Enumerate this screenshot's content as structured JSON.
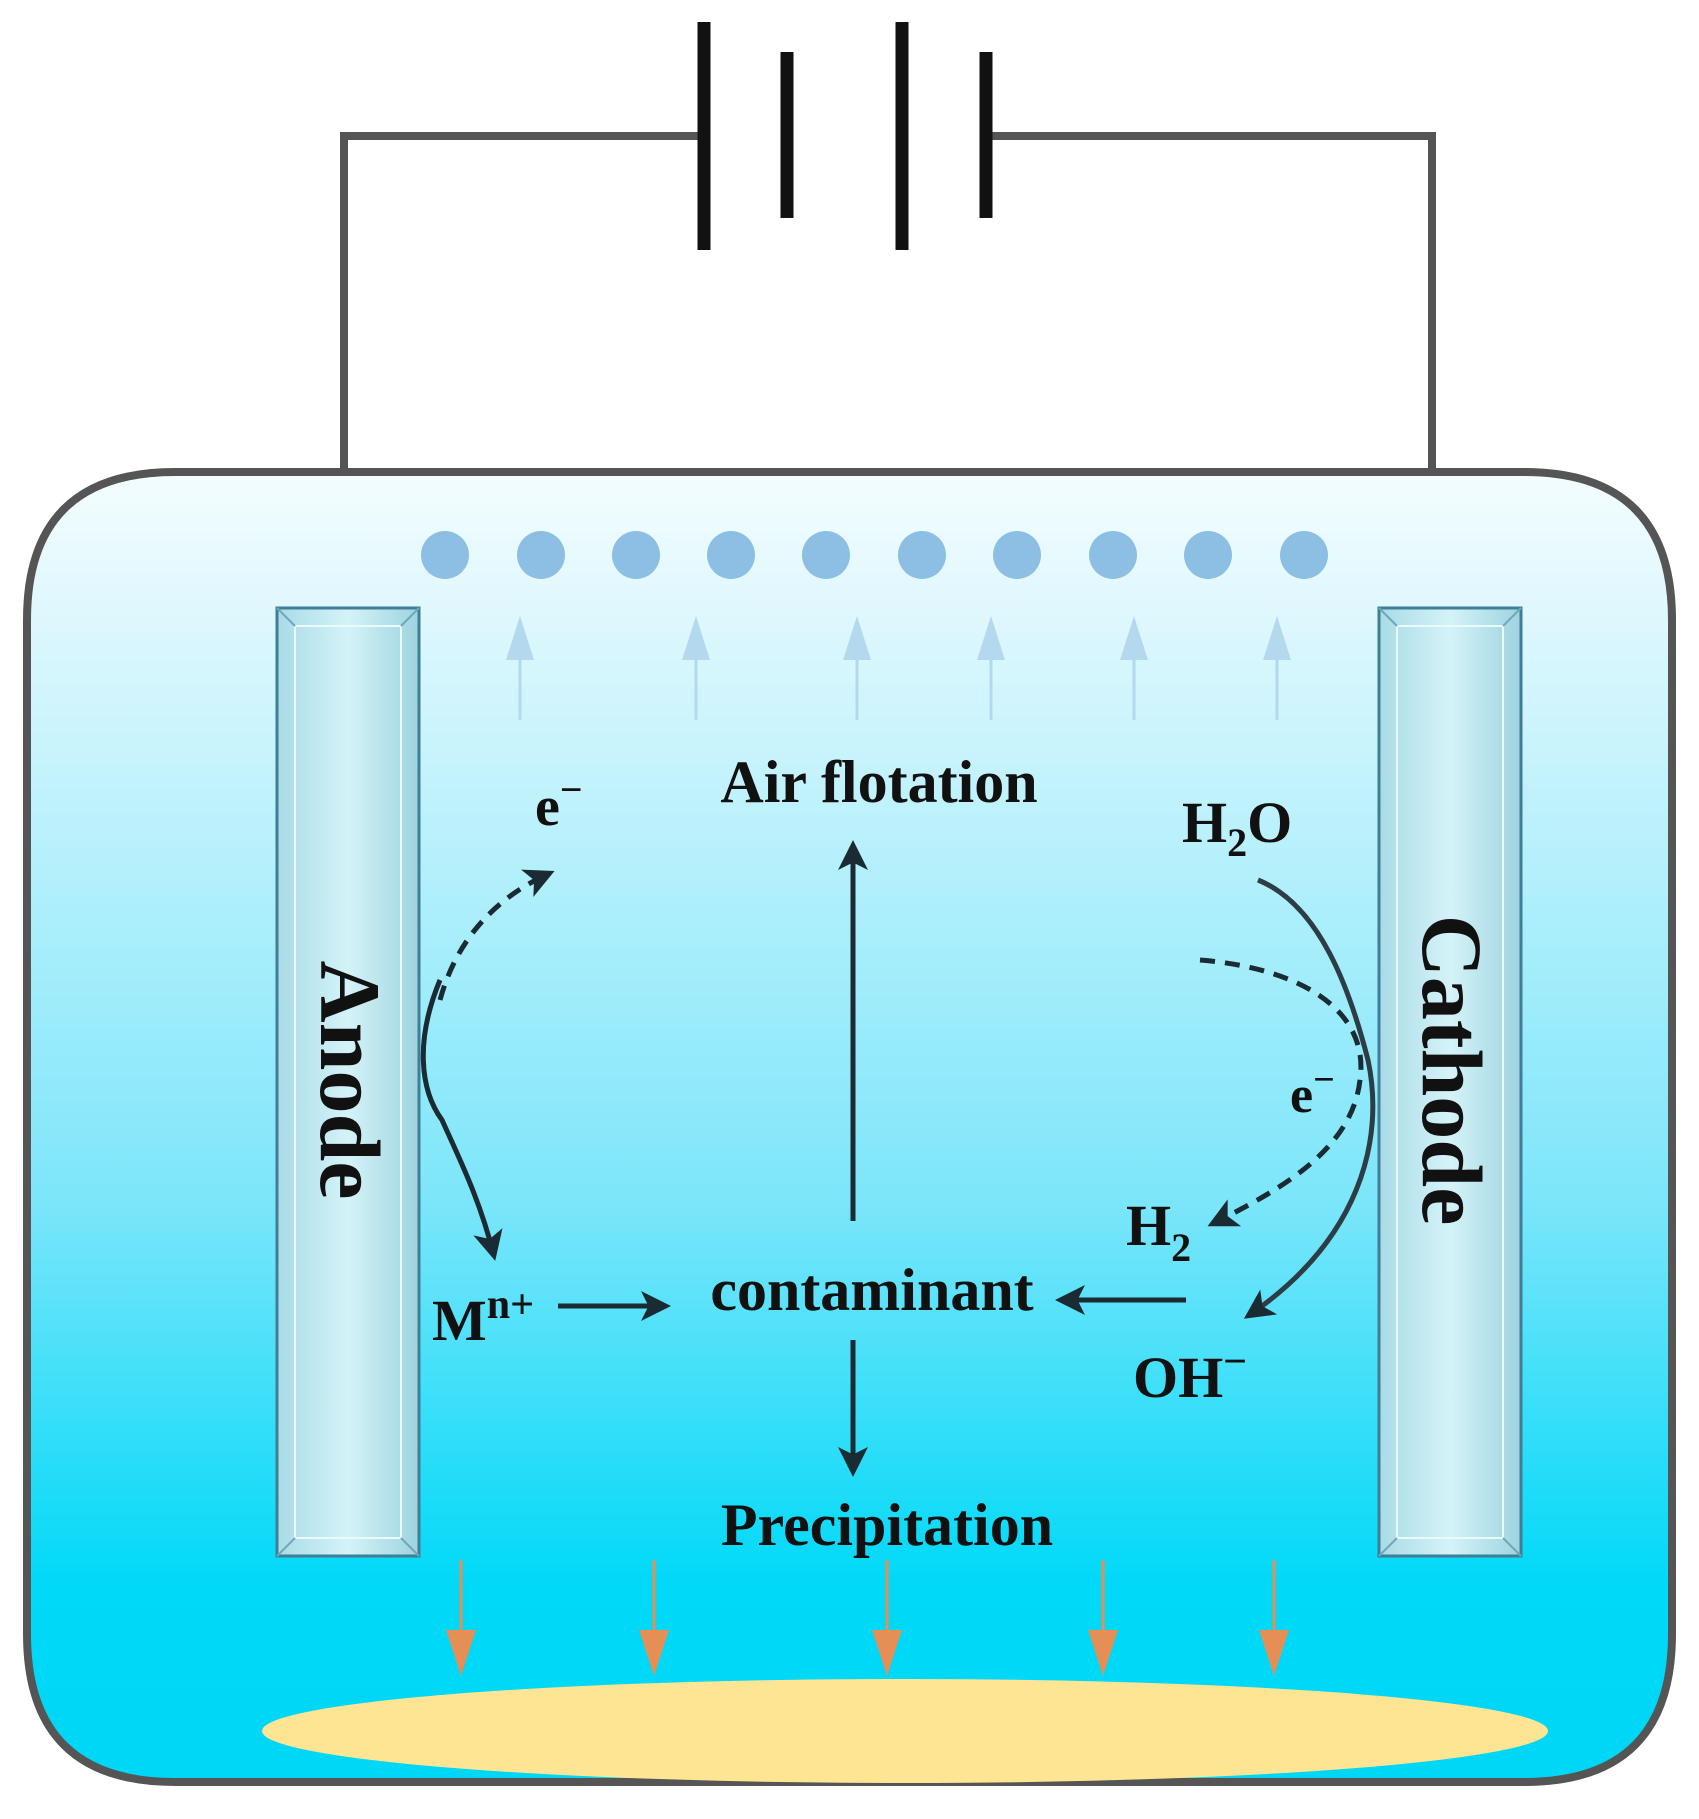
{
  "labels": {
    "anode": "Anode",
    "cathode": "Cathode",
    "air_flotation": "Air flotation",
    "contaminant": "contaminant",
    "precipitation": "Precipitation",
    "metal_ion_base": "M",
    "metal_ion_sup": "n+",
    "electron_base": "e",
    "electron_sup": "−",
    "water_h": "H",
    "water_sub": "2",
    "water_o": "O",
    "hydrogen_h": "H",
    "hydrogen_sub": "2",
    "hydroxide_base": "OH",
    "hydroxide_sup": "−"
  },
  "colors": {
    "water_top": "#eefcff",
    "water_bottom": "#00d8f8",
    "tank_outline": "#555555",
    "wire": "#555555",
    "battery_plate": "#111111",
    "electrode_fill": "#c2ecf4",
    "electrode_edge": "#3f7e95",
    "bubble": "#8cbfe3",
    "bubble_arrow": "#b4d9ef",
    "precip_arrow": "#e58e55",
    "sediment": "#fde594",
    "reaction_arrow": "#1b2b33"
  },
  "icons": {
    "battery": "battery-symbol",
    "bubble": "gas-bubble",
    "sediment": "sludge-layer"
  }
}
